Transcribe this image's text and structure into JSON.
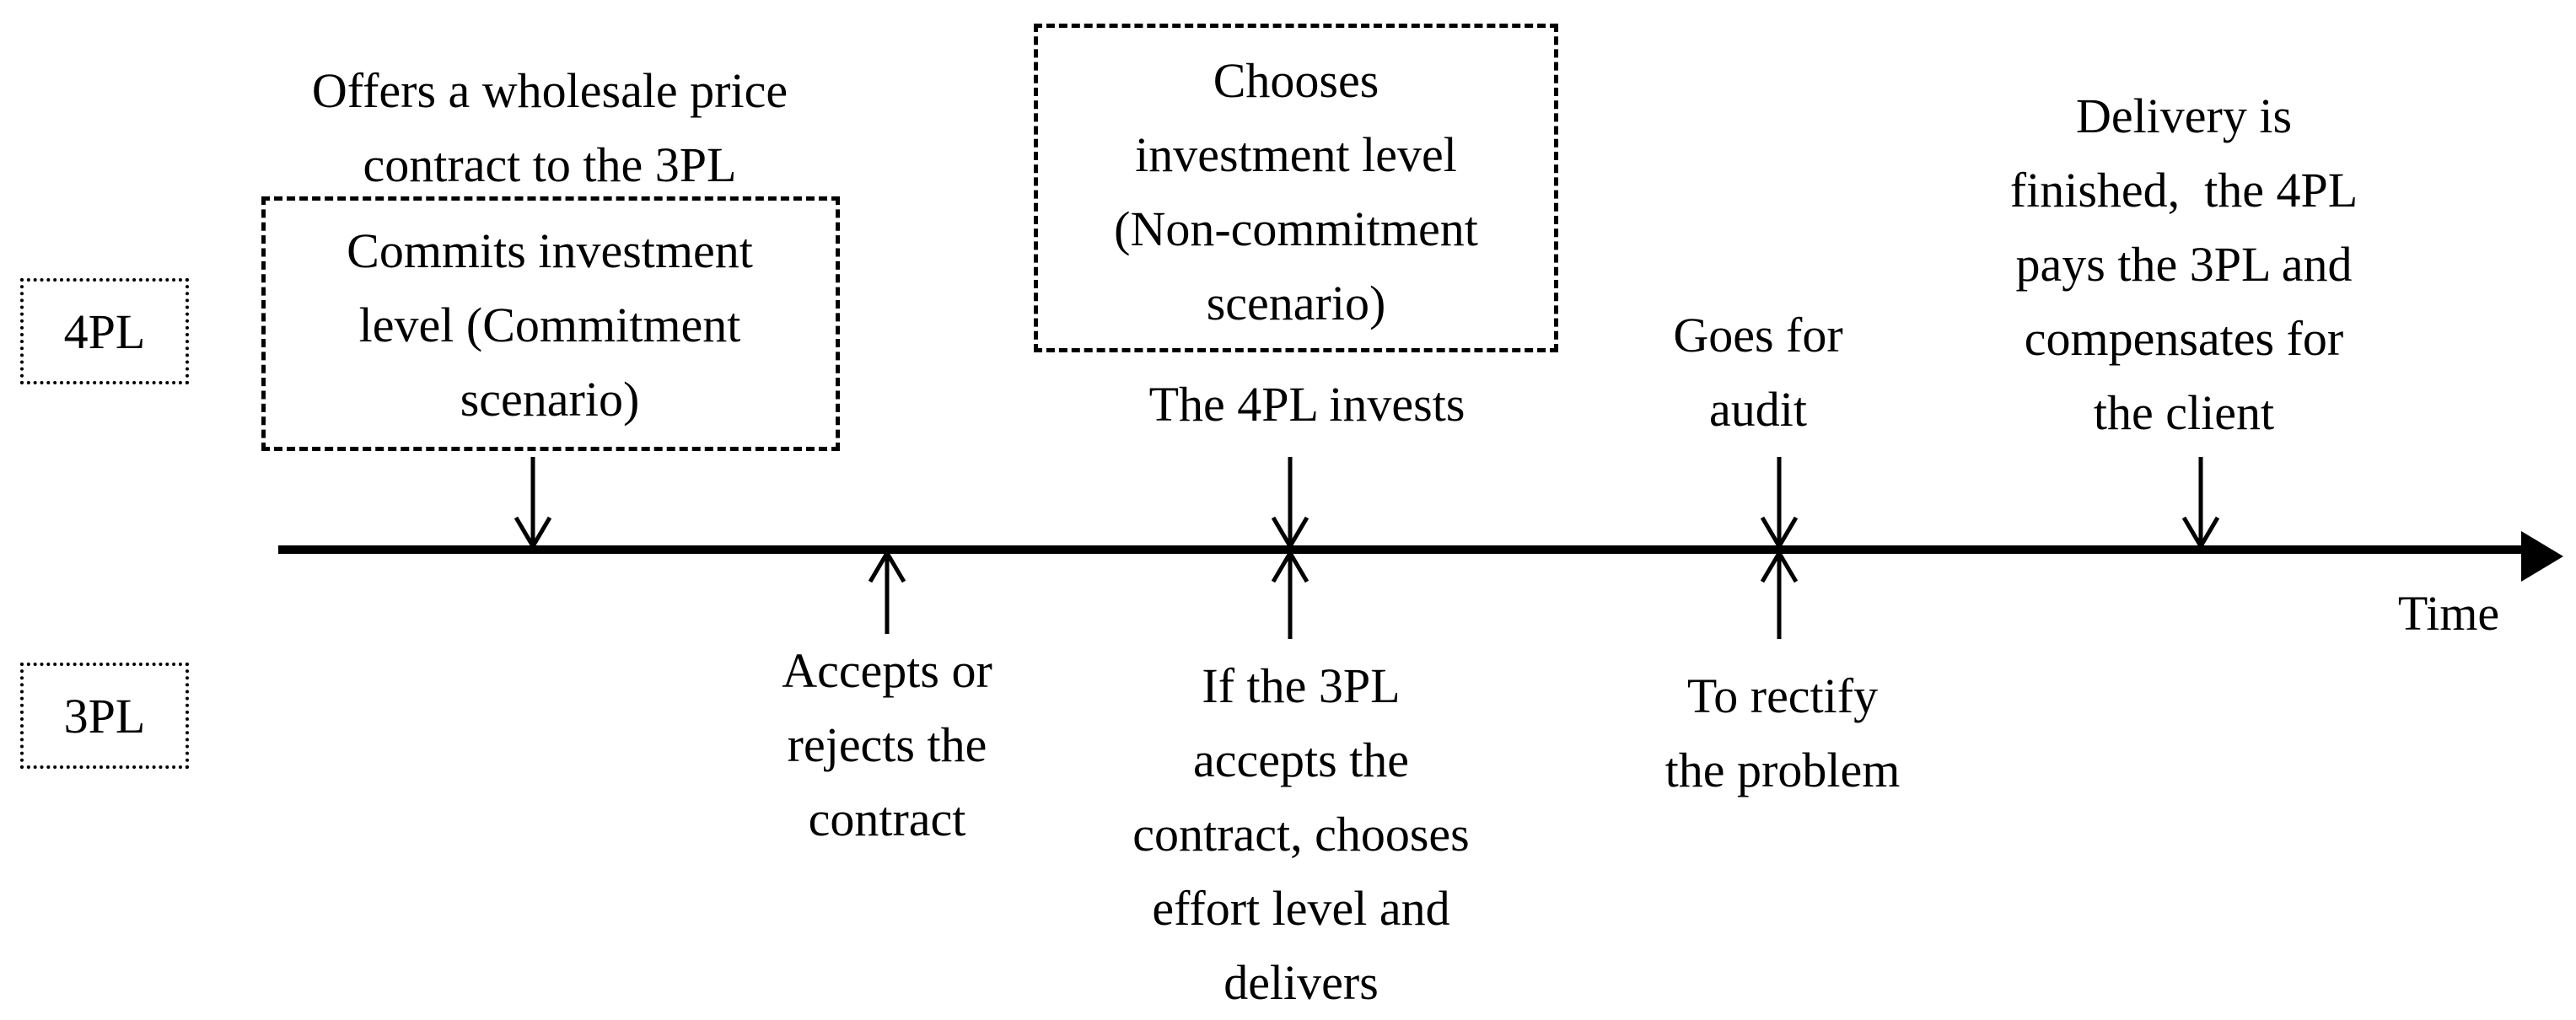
{
  "roles": {
    "top": "4PL",
    "bottom": "3PL"
  },
  "axis_label": "Time",
  "events_4pl": {
    "offer": "Offers a wholesale price\ncontract to the 3PL",
    "commit": "Commits investment\nlevel (Commitment\nscenario)",
    "choose": "Chooses\ninvestment level\n(Non-commitment\nscenario)",
    "invests": "The 4PL invests",
    "audit": "Goes for\naudit",
    "delivery": "Delivery is\nfinished,  the 4PL\npays the 3PL and\ncompensates for\nthe client"
  },
  "events_3pl": {
    "accept": "Accepts or\nrejects the\ncontract",
    "effort": "If the 3PL\naccepts the\ncontract, chooses\neffort level and\ndelivers",
    "rectify": "To rectify\nthe problem"
  }
}
